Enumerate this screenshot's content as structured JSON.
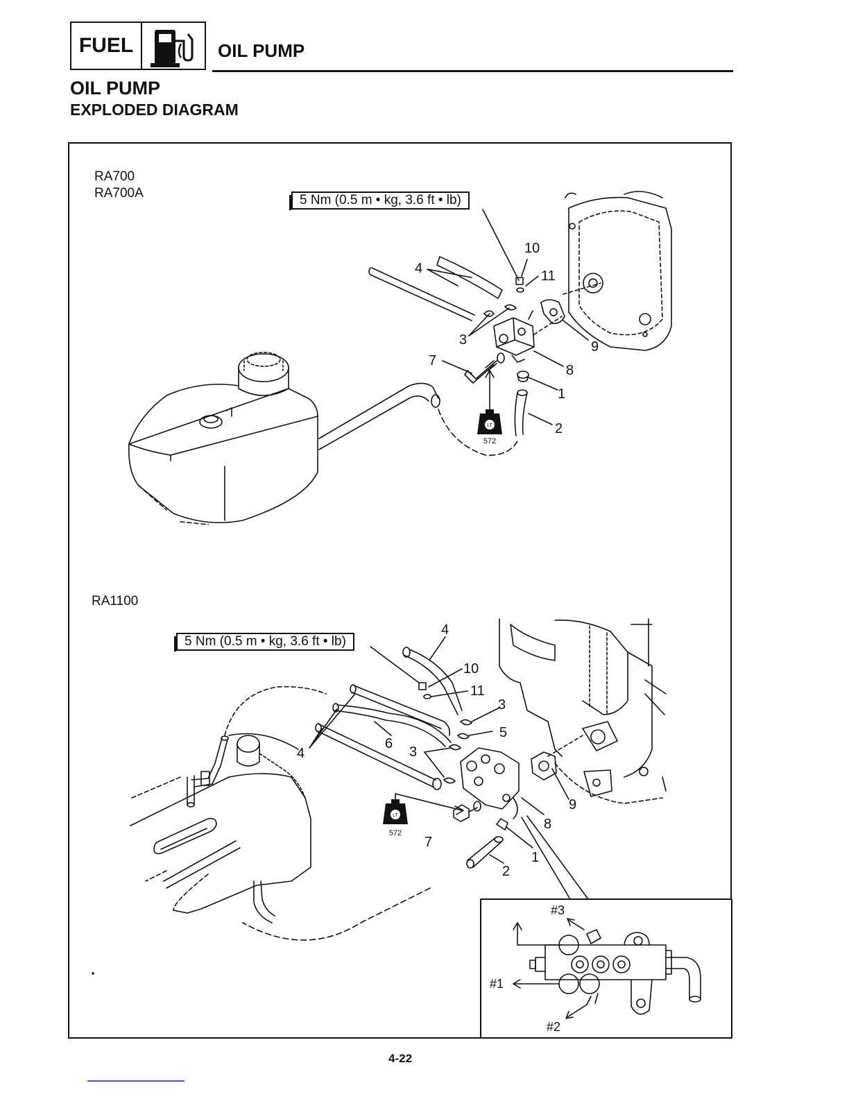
{
  "header": {
    "section_badge": "FUEL",
    "badge_icon": "fuel-pump-icon",
    "title": "OIL PUMP"
  },
  "section": {
    "title": "OIL PUMP",
    "subtitle": "EXPLODED DIAGRAM"
  },
  "upper_diagram": {
    "models": [
      "RA700",
      "RA700A"
    ],
    "torque_spec": "5 Nm (0.5 m • kg, 3.6 ft • lb)",
    "thread_lock_label": "572",
    "thread_lock_icon": "loctite-bottle-icon",
    "callouts": [
      "10",
      "11",
      "4",
      "3",
      "9",
      "7",
      "8",
      "1",
      "2"
    ]
  },
  "lower_diagram": {
    "model": "RA1100",
    "torque_spec": "5 Nm (0.5 m • kg, 3.6 ft • lb)",
    "thread_lock_label": "572",
    "thread_lock_icon": "loctite-bottle-icon",
    "callouts": [
      "4",
      "10",
      "11",
      "3",
      "5",
      "6",
      "3",
      "4",
      "9",
      "8",
      "7",
      "1",
      "2"
    ],
    "inset_ports": [
      "#3",
      "#1",
      "#2"
    ]
  },
  "footer": {
    "page_number": "4-22"
  }
}
